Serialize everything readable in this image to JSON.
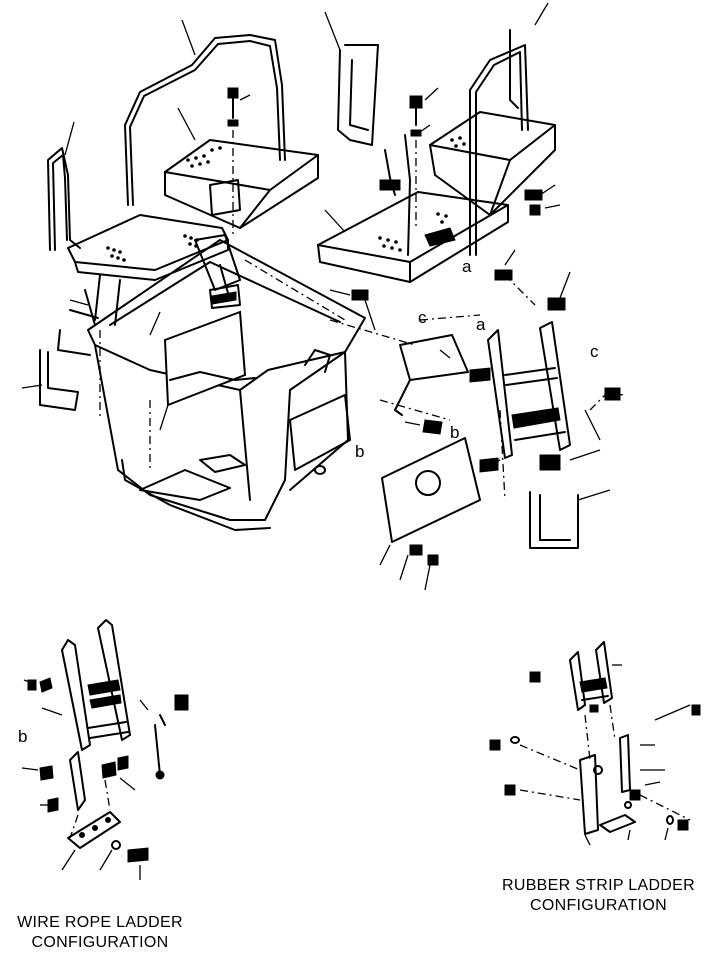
{
  "labels": {
    "a1": "a",
    "a2": "a",
    "b1": "b",
    "b2": "b",
    "b3": "b",
    "c1": "c",
    "c2": "c"
  },
  "captions": {
    "wire_rope_line1": "WIRE ROPE LADDER",
    "wire_rope_line2": "CONFIGURATION",
    "rubber_strip_line1": "RUBBER STRIP LADDER",
    "rubber_strip_line2": "CONFIGURATION"
  }
}
